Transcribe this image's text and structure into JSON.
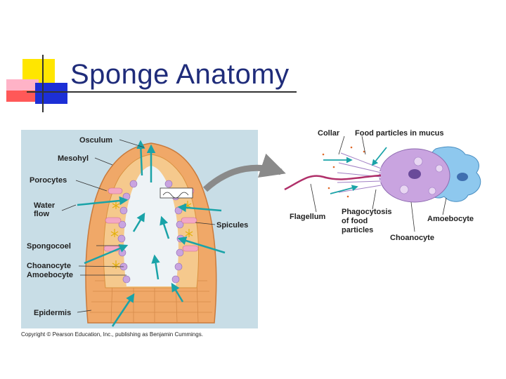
{
  "slide": {
    "title": "Sponge Anatomy"
  },
  "figure": {
    "labels": {
      "osculum": "Osculum",
      "mesohyl": "Mesohyl",
      "porocytes": "Porocytes",
      "water_flow": "Water",
      "water_flow_2": "flow",
      "spongocoel": "Spongocoel",
      "choanocyte_left": "Choanocyte",
      "amoebocyte_left": "Amoebocyte",
      "epidermis": "Epidermis",
      "spicules": "Spicules",
      "collar": "Collar",
      "food_particles": "Food particles in mucus",
      "flagellum": "Flagellum",
      "phagocytosis_1": "Phagocytosis",
      "phagocytosis_2": "of food",
      "phagocytosis_3": "particles",
      "amoebocyte_right": "Amoebocyte",
      "choanocyte_right": "Choanocyte"
    },
    "copyright": "Copyright © Pearson Education, Inc., publishing as Benjamin Cummings."
  },
  "colors": {
    "title": "#1f2c7a",
    "accent_yellow": "#ffe600",
    "accent_red": "#ff3b3b",
    "accent_blue": "#1c2fd6",
    "body_orange": "#f0a868",
    "arrow_teal": "#1aa3a8",
    "cell_purple": "#c9a4e0",
    "amoebocyte_blue": "#8ec8ee"
  }
}
